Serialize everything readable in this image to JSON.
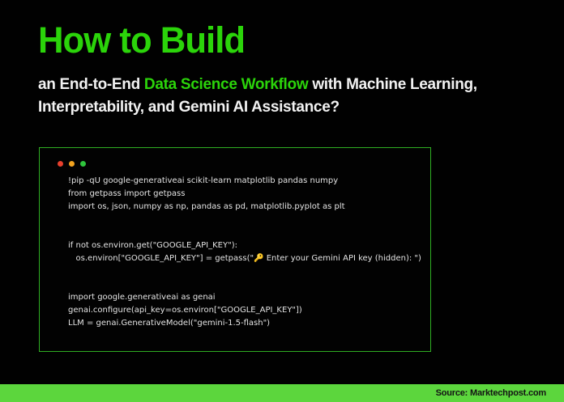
{
  "colors": {
    "background": "#010101",
    "accent_green": "#2bd40a",
    "subtitle_white": "#f2f2f2",
    "code_box_border": "#2fae22",
    "code_text": "#e4e4e4",
    "dot_red": "#e8402d",
    "dot_amber": "#f2a31f",
    "dot_green": "#2fc43c",
    "footer_bar_green": "#5cd63d",
    "footer_text": "#141414"
  },
  "header": {
    "title": "How to Build",
    "subtitle_part1": "an End-to-End",
    "subtitle_highlight": "Data Science Workflow",
    "subtitle_part2": "with Machine Learning,",
    "subtitle_line2": "Interpretability, and Gemini AI Assistance?"
  },
  "code_window": {
    "window_dots": [
      "red-dot",
      "amber-dot",
      "green-dot"
    ],
    "lines": [
      "!pip -qU google-generativeai scikit-learn matplotlib pandas numpy",
      "from getpass import getpass",
      "import os, json, numpy as np, pandas as pd, matplotlib.pyplot as plt",
      "",
      "",
      "if not os.environ.get(\"GOOGLE_API_KEY\"):",
      "   os.environ[\"GOOGLE_API_KEY\"] = getpass(\"🔑 Enter your Gemini API key (hidden): \")",
      "",
      "",
      "import google.generativeai as genai",
      "genai.configure(api_key=os.environ[\"GOOGLE_API_KEY\"])",
      "LLM = genai.GenerativeModel(\"gemini-1.5-flash\")"
    ]
  },
  "footer": {
    "source": "Source: Marktechpost.com"
  }
}
